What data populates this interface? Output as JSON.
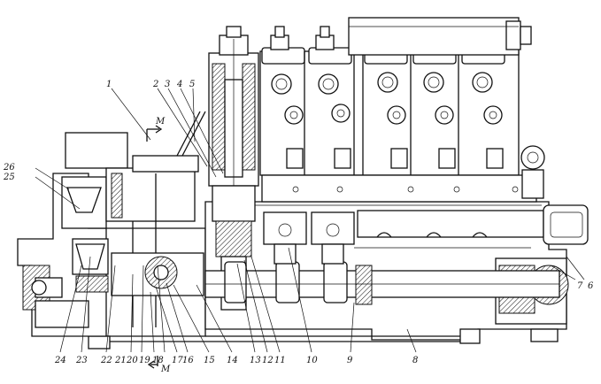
{
  "section_mark": "M",
  "callouts": [
    "1",
    "2",
    "3",
    "4",
    "5",
    "6",
    "7",
    "8",
    "9",
    "10",
    "11",
    "12",
    "13",
    "14",
    "15",
    "16",
    "17",
    "18",
    "19",
    "20",
    "21",
    "22",
    "23",
    "24",
    "25",
    "26"
  ]
}
